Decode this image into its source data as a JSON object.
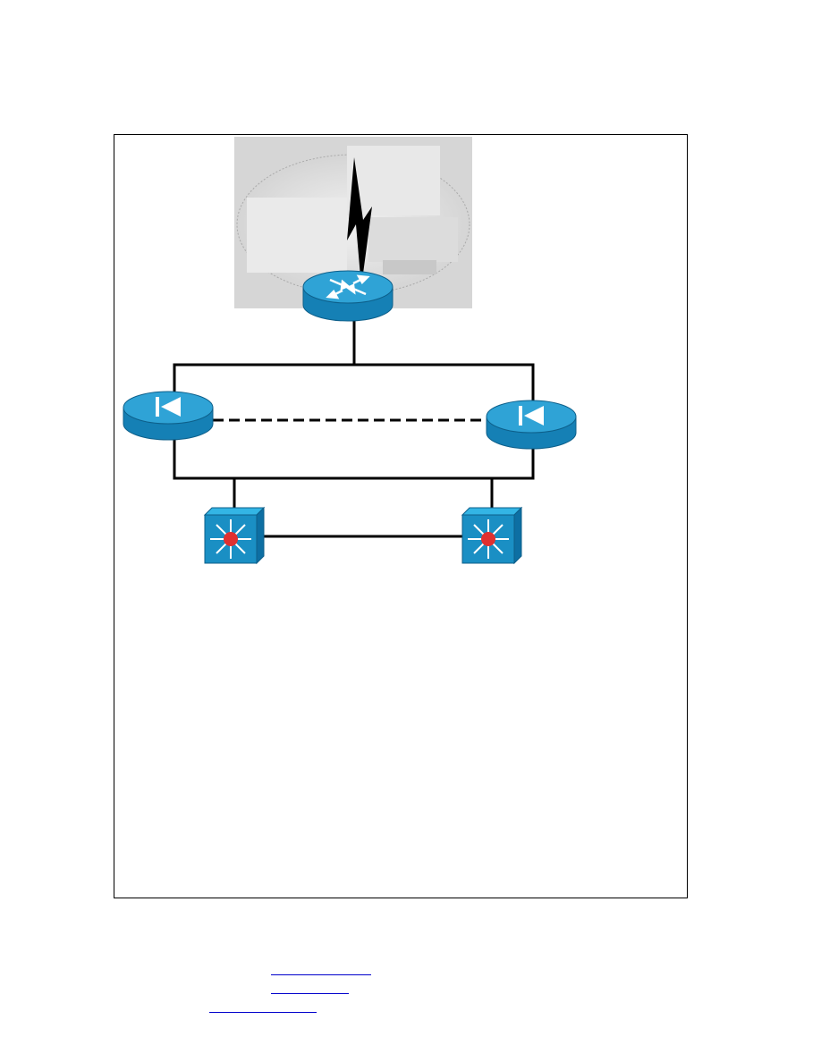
{
  "diagram": {
    "nodes": [
      {
        "id": "wan-router",
        "type": "router",
        "icon": "router-icon"
      },
      {
        "id": "left-router",
        "type": "router",
        "icon": "router-icon"
      },
      {
        "id": "right-router",
        "type": "router",
        "icon": "router-icon"
      },
      {
        "id": "left-switch",
        "type": "multilayer-switch",
        "icon": "multilayer-switch-icon"
      },
      {
        "id": "right-switch",
        "type": "multilayer-switch",
        "icon": "multilayer-switch-icon"
      }
    ],
    "cloud": {
      "icon": "wan-cloud-icon",
      "link_icon": "lightning-bolt-icon"
    },
    "colors": {
      "device_blue": "#1a8fc4",
      "device_top": "#33b5e5",
      "switch_center": "#e03030",
      "cloud_bg": "#d4d4d4",
      "line": "#000000",
      "link": "#0000cc"
    }
  },
  "footer_links": [
    {
      "text": ""
    },
    {
      "text": ""
    },
    {
      "text": ""
    }
  ]
}
